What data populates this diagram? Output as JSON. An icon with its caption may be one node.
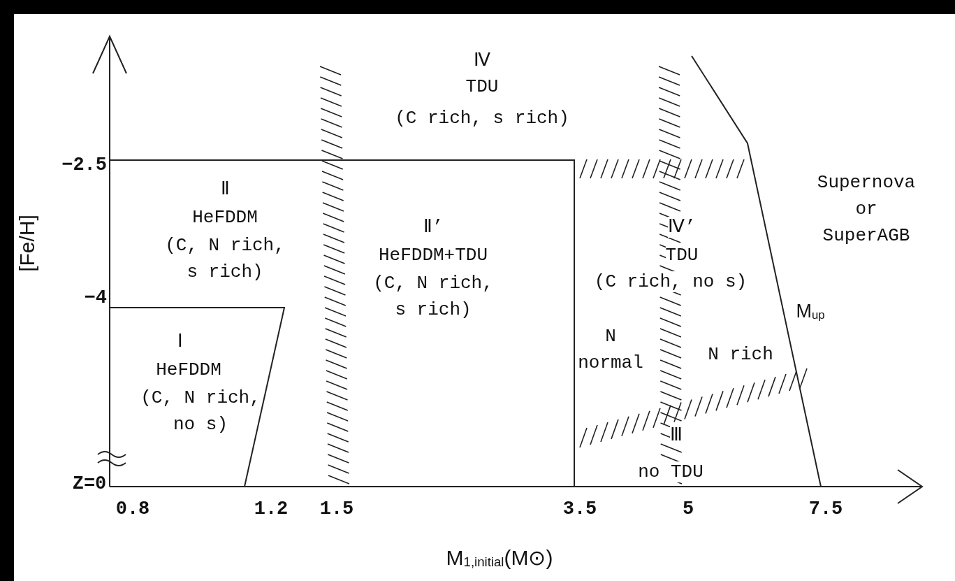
{
  "diagram": {
    "labels": [
      "Ⅳ",
      "TDU",
      "(C rich, s rich)",
      "−2.5",
      "Ⅱ",
      "HeFDDM",
      "(C, N rich, s rich)",
      "Supernova or SuperAGB",
      "[Fe/H]",
      "Ⅱ’",
      "Ⅳ’",
      "HeFDDM+TDU",
      "TDU",
      "(C, N rich, s rich)",
      "(C rich, no s)",
      "M$_{up}$",
      "−4",
      "Ⅰ",
      "HeFDDM",
      "N normal",
      "N rich",
      "(C, N rich, no s)",
      "Ⅲ",
      "no TDU",
      "Z=0",
      "0.8",
      "1.2",
      "1.5",
      "3.5",
      "5",
      "7.5",
      "M$_{1,initial}$(M⊙)"
    ]
  }
}
